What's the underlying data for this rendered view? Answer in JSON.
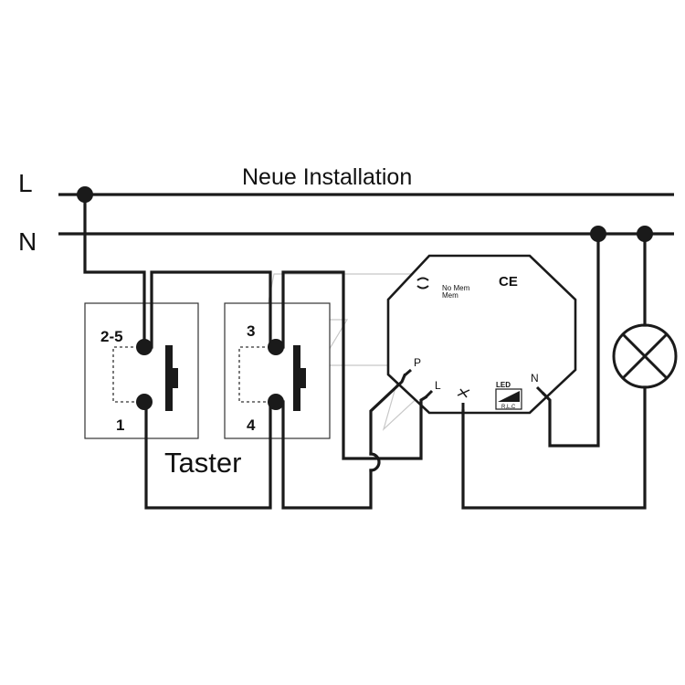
{
  "bus": {
    "l_label": "L",
    "n_label": "N",
    "title": "Neue Installation"
  },
  "switches": {
    "left": {
      "top_terminal": "2-5",
      "bottom_terminal": "1"
    },
    "right": {
      "top_terminal": "3",
      "bottom_terminal": "4"
    },
    "caption": "Taster"
  },
  "dimmer": {
    "ce_mark": "CE",
    "mode_no_mem": "No Mem",
    "mode_mem": "Mem",
    "terminal_p": "P",
    "terminal_l": "L",
    "terminal_n": "N",
    "led_label": "LED",
    "load_types": "R,L,C"
  },
  "icons": {
    "lamp": "lamp-cross-symbol-icon",
    "dimmer_output": "dimmer-output-icon",
    "mode_selector": "mode-selector-icon",
    "led_ramp": "led-ramp-icon",
    "watermark": "lightning-arrow-watermark-icon"
  }
}
